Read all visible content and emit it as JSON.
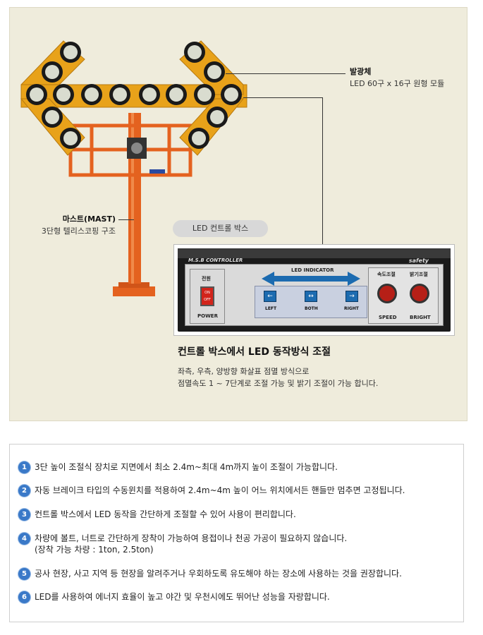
{
  "callouts": {
    "lamp_title": "발광체",
    "lamp_desc": "LED 60구 x 16구 원형 모듈",
    "mast_title": "마스트(MAST)",
    "mast_desc": "3단형 텔리스코핑 구조"
  },
  "controller": {
    "pill_label": "LED 컨트롤 박스",
    "brand": "M.S.B CONTROLLER",
    "indicator_label": "LED INDICATOR",
    "safety": "safety",
    "power_korean": "전원",
    "power_label": "POWER",
    "on_label": "ON",
    "off_label": "OFF",
    "left_label": "LEFT",
    "both_label": "BOTH",
    "right_label": "RIGHT",
    "speed_korean": "속도조절",
    "bright_korean": "밝기조절",
    "speed_label": "SPEED",
    "bright_label": "BRIGHT",
    "title": "컨트롤 박스에서 LED 동작방식 조절",
    "desc_line1": "좌측, 우측, 양방향 화살표 점멸 방식으로",
    "desc_line2": "점멸속도 1 ~ 7단계로 조절 가능 및 밝기 조절이 가능 합니다."
  },
  "features": [
    {
      "num": "1",
      "text": "3단 높이 조절식 장치로 지면에서 최소 2.4m~최대 4m까지 높이 조절이 가능합니다."
    },
    {
      "num": "2",
      "text": "자동 브레이크 타입의 수동윈치를 적용하여 2.4m~4m 높이 어느 위치에서든 핸들만 멈추면 고정됩니다."
    },
    {
      "num": "3",
      "text": "컨트롤 박스에서 LED 동작을 간단하게 조절할 수 있어 사용이 편리합니다."
    },
    {
      "num": "4",
      "text": "차량에 볼트, 너트로 간단하게 장착이 가능하여 용접이나 천공 가공이 필요하지 않습니다.",
      "sub": "(장착 가능 차량 : 1ton, 2.5ton)"
    },
    {
      "num": "5",
      "text": "공사 현장, 사고 지역 등 현장을 알려주거나 우회하도록 유도해야 하는 장소에 사용하는 것을 권장합니다."
    },
    {
      "num": "6",
      "text": "LED를 사용하여 에너지 효율이 높고 야간 및 우천시에도 뛰어난 성능을 자랑합니다."
    }
  ],
  "colors": {
    "panel_bg": "#efecdc",
    "arrow_orange": "#e8a21a",
    "frame_orange": "#e4621f",
    "number_blue": "#3a79c8"
  }
}
